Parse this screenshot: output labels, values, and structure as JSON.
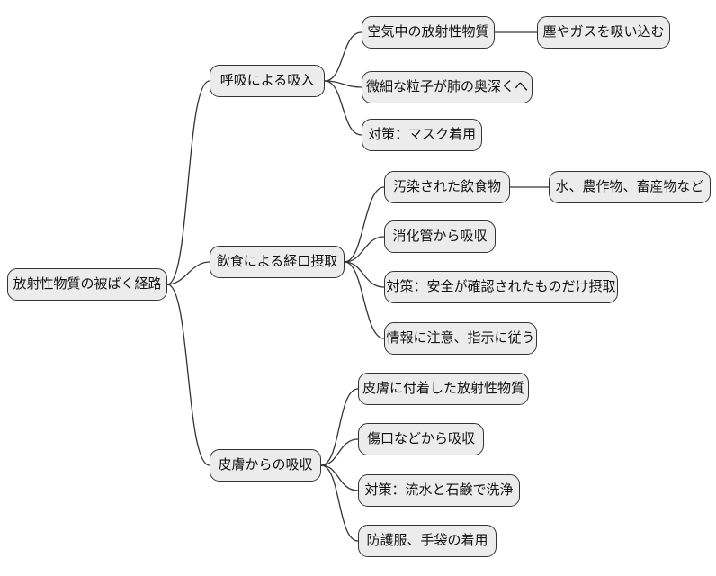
{
  "diagram": {
    "type": "mindmap",
    "title": "放射性物質の被ばく経路",
    "colors": {
      "background": "#ffffff",
      "node_fill": "#ececec",
      "node_border": "#333333",
      "edge": "#333333",
      "text": "#111111"
    },
    "nodes": {
      "root": {
        "label": "放射性物質の被ばく経路"
      },
      "b1": {
        "label": "呼吸による吸入"
      },
      "b1c1": {
        "label": "空気中の放射性物質"
      },
      "b1c1c1": {
        "label": "塵やガスを吸い込む"
      },
      "b1c2": {
        "label": "微細な粒子が肺の奥深くへ"
      },
      "b1c3": {
        "label": "対策：マスク着用"
      },
      "b2": {
        "label": "飲食による経口摂取"
      },
      "b2c1": {
        "label": "汚染された飲食物"
      },
      "b2c1c1": {
        "label": "水、農作物、畜産物など"
      },
      "b2c2": {
        "label": "消化管から吸収"
      },
      "b2c3": {
        "label": "対策：安全が確認されたものだけ摂取"
      },
      "b2c4": {
        "label": "情報に注意、指示に従う"
      },
      "b3": {
        "label": "皮膚からの吸収"
      },
      "b3c1": {
        "label": "皮膚に付着した放射性物質"
      },
      "b3c2": {
        "label": "傷口などから吸収"
      },
      "b3c3": {
        "label": "対策：流水と石鹸で洗浄"
      },
      "b3c4": {
        "label": "防護服、手袋の着用"
      }
    },
    "hierarchy": {
      "label": "放射性物質の被ばく経路",
      "children": [
        {
          "label": "呼吸による吸入",
          "children": [
            {
              "label": "空気中の放射性物質",
              "children": [
                {
                  "label": "塵やガスを吸い込む"
                }
              ]
            },
            {
              "label": "微細な粒子が肺の奥深くへ"
            },
            {
              "label": "対策：マスク着用"
            }
          ]
        },
        {
          "label": "飲食による経口摂取",
          "children": [
            {
              "label": "汚染された飲食物",
              "children": [
                {
                  "label": "水、農作物、畜産物など"
                }
              ]
            },
            {
              "label": "消化管から吸収"
            },
            {
              "label": "対策：安全が確認されたものだけ摂取"
            },
            {
              "label": "情報に注意、指示に従う"
            }
          ]
        },
        {
          "label": "皮膚からの吸収",
          "children": [
            {
              "label": "皮膚に付着した放射性物質"
            },
            {
              "label": "傷口などから吸収"
            },
            {
              "label": "対策：流水と石鹸で洗浄"
            },
            {
              "label": "防護服、手袋の着用"
            }
          ]
        }
      ]
    }
  }
}
